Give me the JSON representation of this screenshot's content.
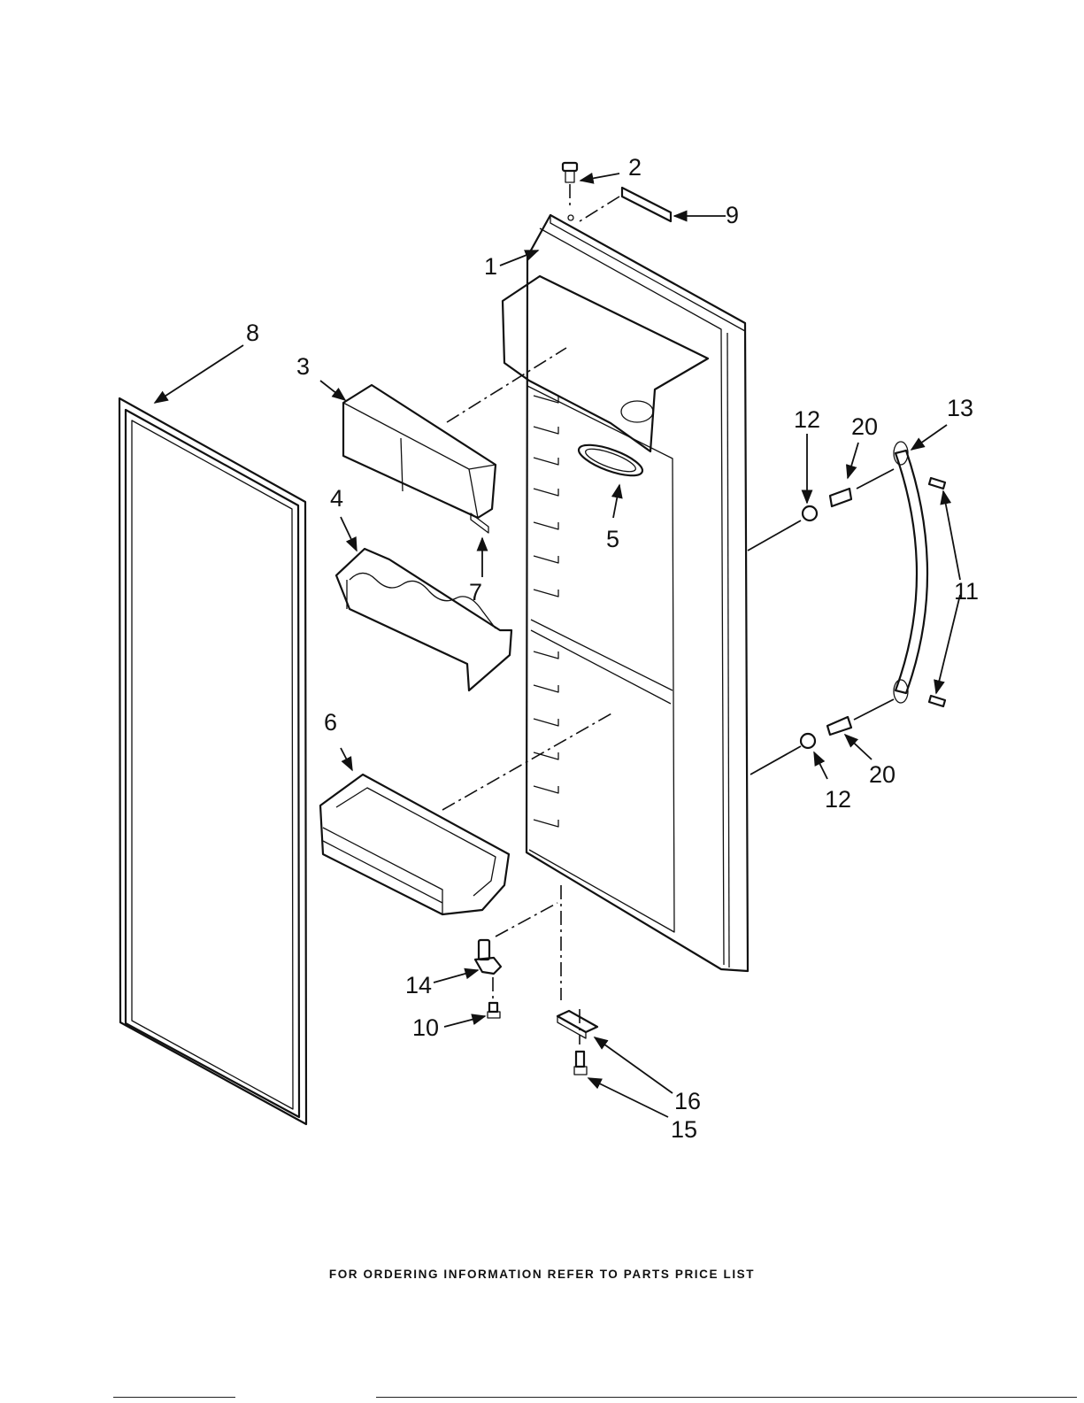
{
  "diagram": {
    "callouts": [
      "1",
      "2",
      "3",
      "4",
      "5",
      "6",
      "7",
      "8",
      "9",
      "10",
      "11",
      "11",
      "12",
      "12",
      "13",
      "14",
      "15",
      "16",
      "20",
      "20"
    ]
  },
  "footer": {
    "text": "FOR ORDERING INFORMATION REFER TO PARTS PRICE LIST"
  }
}
